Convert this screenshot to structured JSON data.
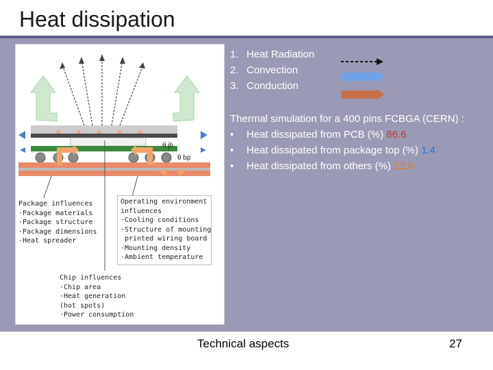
{
  "slide": {
    "title": "Heat dissipation",
    "footer": "Technical aspects",
    "page_number": "27"
  },
  "legend": {
    "items": [
      {
        "num": "1.",
        "label": "Heat Radiation",
        "icon": "dashed-arrow-icon"
      },
      {
        "num": "2.",
        "label": "Convection",
        "icon": "blue-arrow-icon"
      },
      {
        "num": "3.",
        "label": "Conduction",
        "icon": "brown-arrow-icon"
      }
    ]
  },
  "simulation": {
    "heading": "Thermal simulation for a 400 pins FCBGA (CERN) :",
    "bullet": "•",
    "rows": [
      {
        "text": "Heat dissipated from PCB (%)",
        "value": "86.6",
        "color": "#c0392b"
      },
      {
        "text": "Heat dissipated from package top (%)",
        "value": "1.4",
        "color": "#2f6fd6"
      },
      {
        "text": "Heat dissipated from others (%)",
        "value": "12.0",
        "color": "#e07b1f"
      }
    ]
  },
  "figure": {
    "theta_jb": "θ jb",
    "theta_bp": "θ bp",
    "package_box": "Package influences\n·Package materials\n·Package structure\n·Package dimensions\n·Heat spreader",
    "operating_box": "Operating environment\ninfluences\n·Cooling conditions\n·Structure of mounting\n printed wiring board\n·Mounting density\n·Ambient temperature",
    "chip_box": "Chip influences\n·Chip area\n·Heat generation\n(hot spots)\n·Power consumption"
  }
}
